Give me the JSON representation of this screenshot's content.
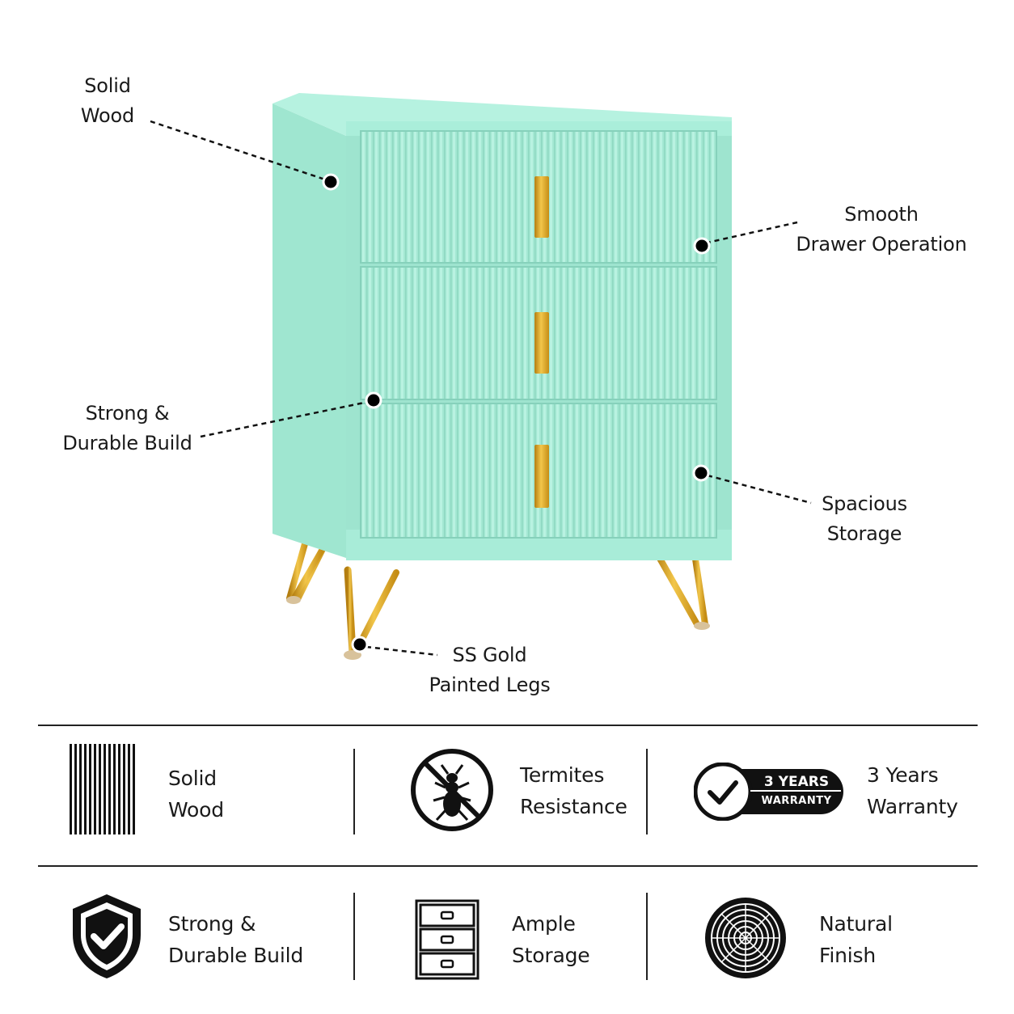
{
  "colors": {
    "cabinet": "#a8ecd8",
    "cabinet_dark": "#8fdcc6",
    "gold": "#d9a520",
    "text": "#1a1a1a"
  },
  "callouts": {
    "solid_wood": [
      "Solid",
      "Wood"
    ],
    "smooth_drawer": [
      "Smooth",
      "Drawer Operation"
    ],
    "strong_build": [
      "Strong &",
      "Durable Build"
    ],
    "spacious_storage": [
      "Spacious",
      "Storage"
    ],
    "gold_legs": [
      "SS Gold",
      "Painted Legs"
    ]
  },
  "features": [
    {
      "icon": "wood-grain-icon",
      "lines": [
        "Solid",
        "Wood"
      ]
    },
    {
      "icon": "no-termite-icon",
      "lines": [
        "Termites",
        "Resistance"
      ]
    },
    {
      "icon": "warranty-badge-icon",
      "lines": [
        "3 Years",
        "Warranty"
      ],
      "badge": {
        "top": "3 YEARS",
        "bottom": "WARRANTY"
      }
    },
    {
      "icon": "shield-check-icon",
      "lines": [
        "Strong &",
        "Durable Build"
      ]
    },
    {
      "icon": "drawer-cabinet-icon",
      "lines": [
        "Ample",
        "Storage"
      ]
    },
    {
      "icon": "wood-rings-icon",
      "lines": [
        "Natural",
        "Finish"
      ]
    }
  ]
}
